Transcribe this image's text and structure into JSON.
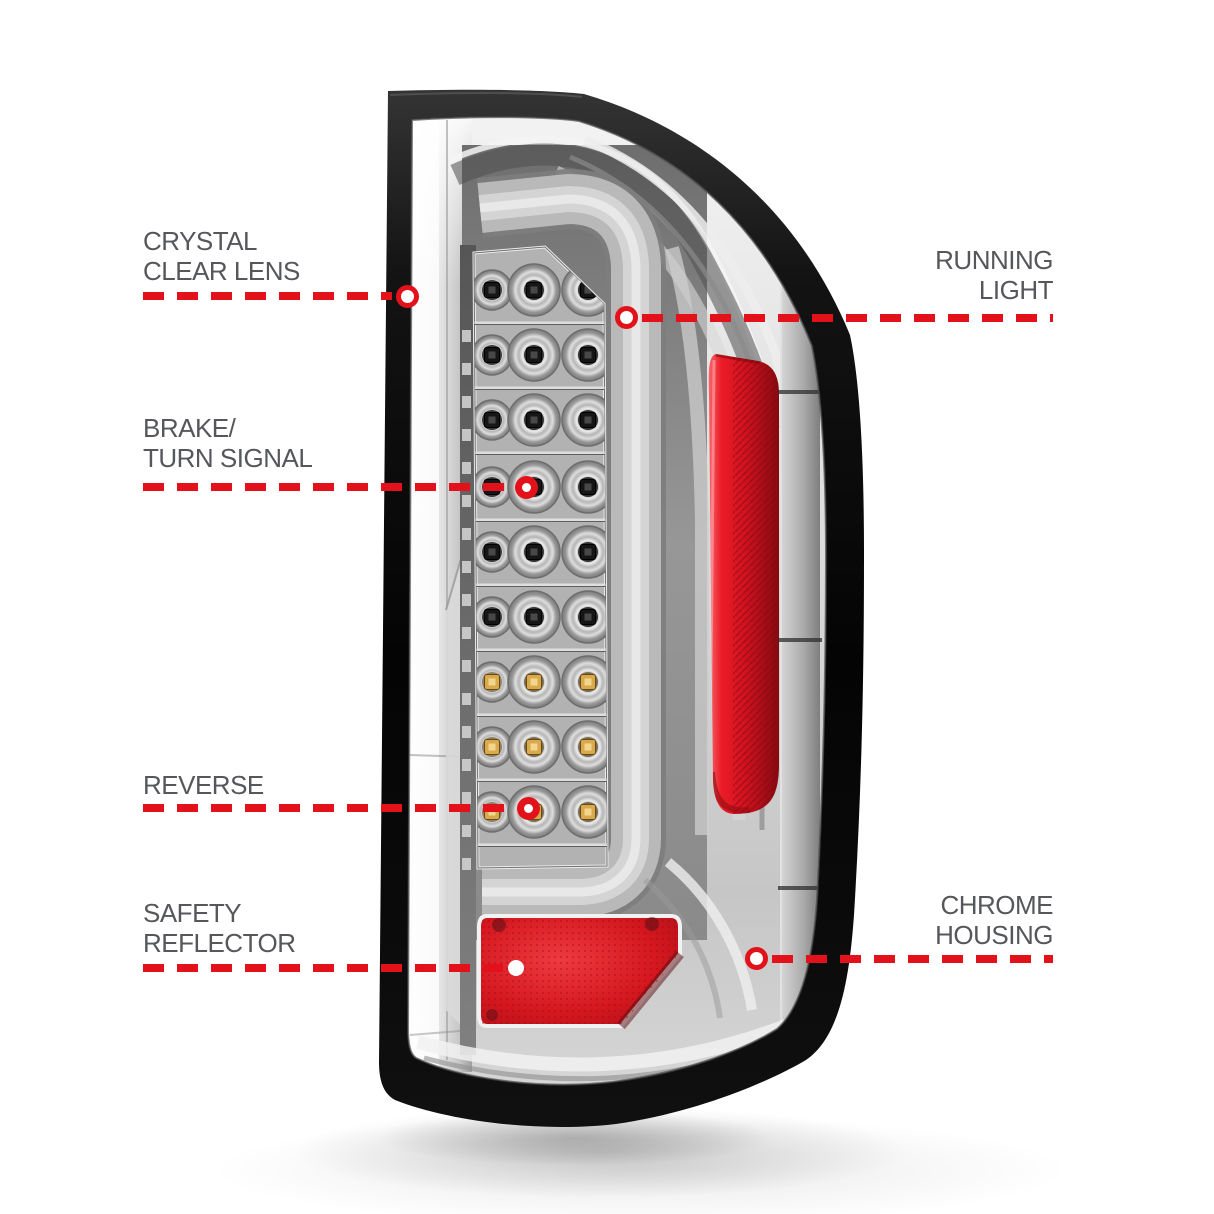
{
  "colors": {
    "label_text": "#55575a",
    "leader_red": "#e3121a",
    "marker_core": "#ffffff",
    "reflector_red": "#d4161e",
    "housing_black": "#0b0b0b",
    "chrome_silver": "#c9c9c9"
  },
  "callouts": {
    "crystal_clear_lens": {
      "line1": "CRYSTAL",
      "line2": "CLEAR LENS",
      "marker": "ring"
    },
    "brake_turn_signal": {
      "line1": "BRAKE/",
      "line2": "TURN SIGNAL",
      "marker": "dotring"
    },
    "reverse": {
      "line1": "REVERSE",
      "marker": "dotring"
    },
    "safety_reflector": {
      "line1": "SAFETY",
      "line2": "REFLECTOR",
      "marker": "dot"
    },
    "running_light": {
      "line1": "RUNNING",
      "line2": "LIGHT",
      "marker": "ring"
    },
    "chrome_housing": {
      "line1": "CHROME",
      "line2": "HOUSING",
      "marker": "ring"
    }
  },
  "figure": {
    "led_grid": {
      "rows": 9,
      "columns": 3,
      "amber_rows": [
        7,
        8,
        9
      ]
    }
  }
}
